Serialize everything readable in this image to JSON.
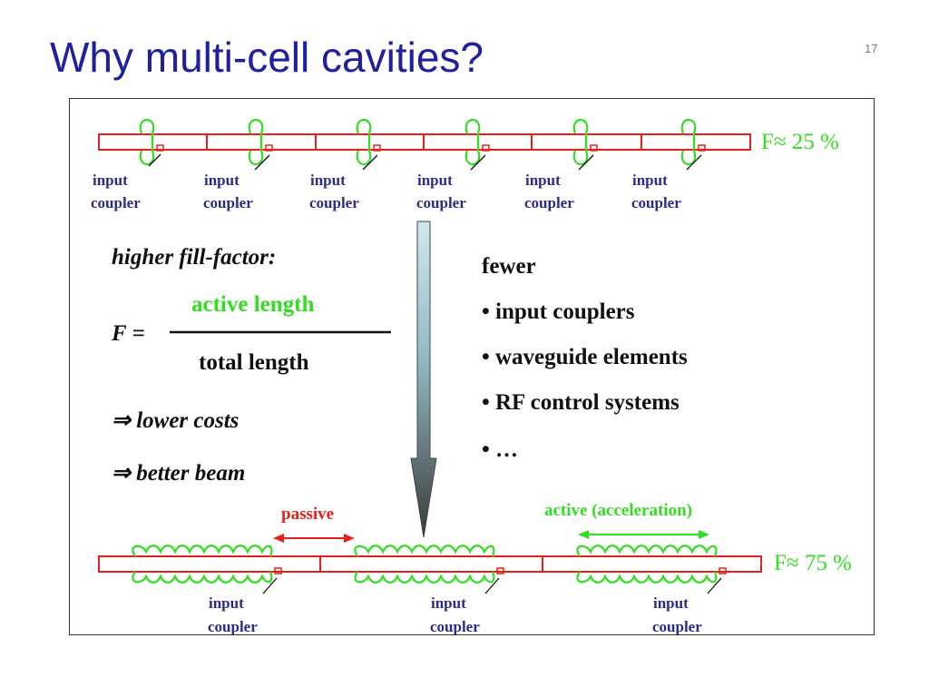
{
  "slide": {
    "title": "Why multi-cell cavities?",
    "number": "17"
  },
  "top_cavity_row": {
    "fill_factor_label": "F≈ 25 %",
    "couplers": [
      {
        "line1": "input",
        "line2": "coupler"
      },
      {
        "line1": "input",
        "line2": "coupler"
      },
      {
        "line1": "input",
        "line2": "coupler"
      },
      {
        "line1": "input",
        "line2": "coupler"
      },
      {
        "line1": "input",
        "line2": "coupler"
      },
      {
        "line1": "input",
        "line2": "coupler"
      }
    ]
  },
  "formula": {
    "heading": "higher fill-factor:",
    "lhs": "F =",
    "numerator": "active length",
    "denominator": "total length",
    "consequences": [
      "⇒ lower costs",
      "⇒ better beam"
    ]
  },
  "benefits": {
    "heading": "fewer",
    "items": [
      "• input couplers",
      "• waveguide elements",
      "• RF control systems",
      "• …"
    ]
  },
  "bottom_cavity_row": {
    "passive_label": "passive",
    "active_label": "active (acceleration)",
    "fill_factor_label": "F≈ 75 %",
    "couplers": [
      {
        "line1": "input",
        "line2": "coupler"
      },
      {
        "line1": "input",
        "line2": "coupler"
      },
      {
        "line1": "input",
        "line2": "coupler"
      }
    ]
  },
  "colors": {
    "title": "#1f1fa0",
    "beam_pipe": "#e8201c",
    "cavity": "#33dd22",
    "label": "#2b2b8a",
    "fill_factor": "#33dd22",
    "passive": "#e8201c",
    "active": "#33dd22",
    "arrow_dark": "#3a3a3a"
  }
}
